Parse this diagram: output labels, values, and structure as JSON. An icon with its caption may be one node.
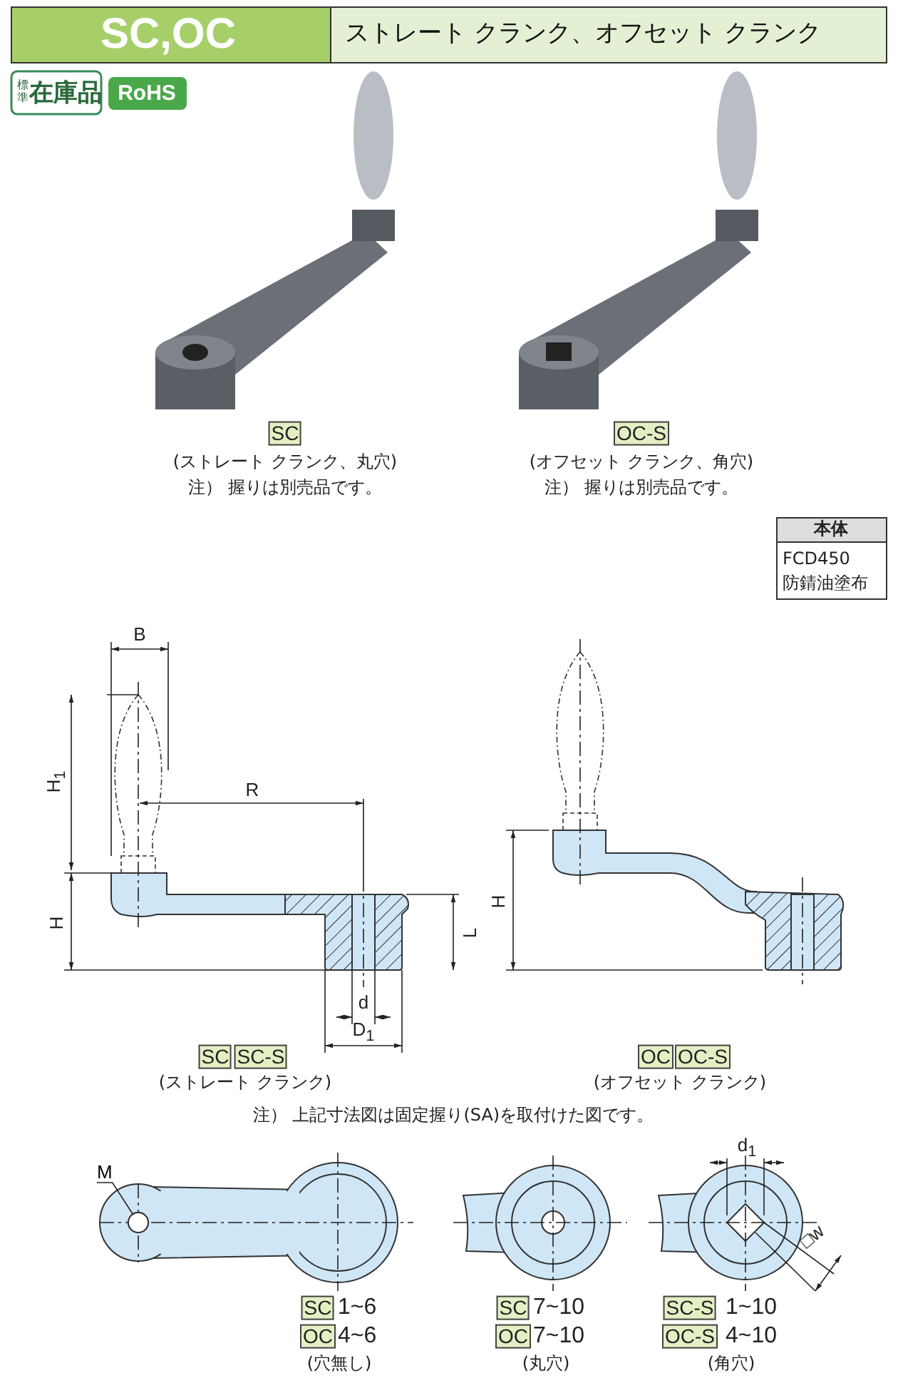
{
  "diagram": {
    "nodes": [
      {
        "text": [
          "M"
        ]
      },
      {
        "text": [],
        "shape": "circle"
      }
    ],
    "edges": [
      {
        "from": 0,
        "to": 1,
        "arrow": "none"
      }
    ],
    "labels": [
      "SC,OC",
      "ストレート クランク、オフセット クランク",
      "標準",
      "在庫品",
      "RoHS",
      "SC",
      "(ストレート クランク、丸穴)",
      "注） 握りは別売品です。",
      "OC-S",
      "(オフセット クランク、角穴)",
      "注） 握りは別売品です。",
      "本体",
      "FCD450",
      "防錆油塗布",
      "B",
      "H$_{1}$",
      "R",
      "H",
      "L",
      "d",
      "D$_{1}$",
      "SC",
      "SC-S",
      "(ストレート クランク)",
      "H",
      "OC",
      "OC-S",
      "(オフセット クランク)",
      "注） 上記寸法図は固定握り(SA)を取付けた図です。",
      "SC",
      "1~6",
      "OC",
      "4~6",
      "(穴無し)",
      "SC",
      "7~10",
      "OC",
      "7~10",
      "(丸穴)",
      "d$_{1}$",
      "□w",
      "SC-S",
      "1~10",
      "OC-S",
      "4~10",
      "(角穴)"
    ]
  }
}
